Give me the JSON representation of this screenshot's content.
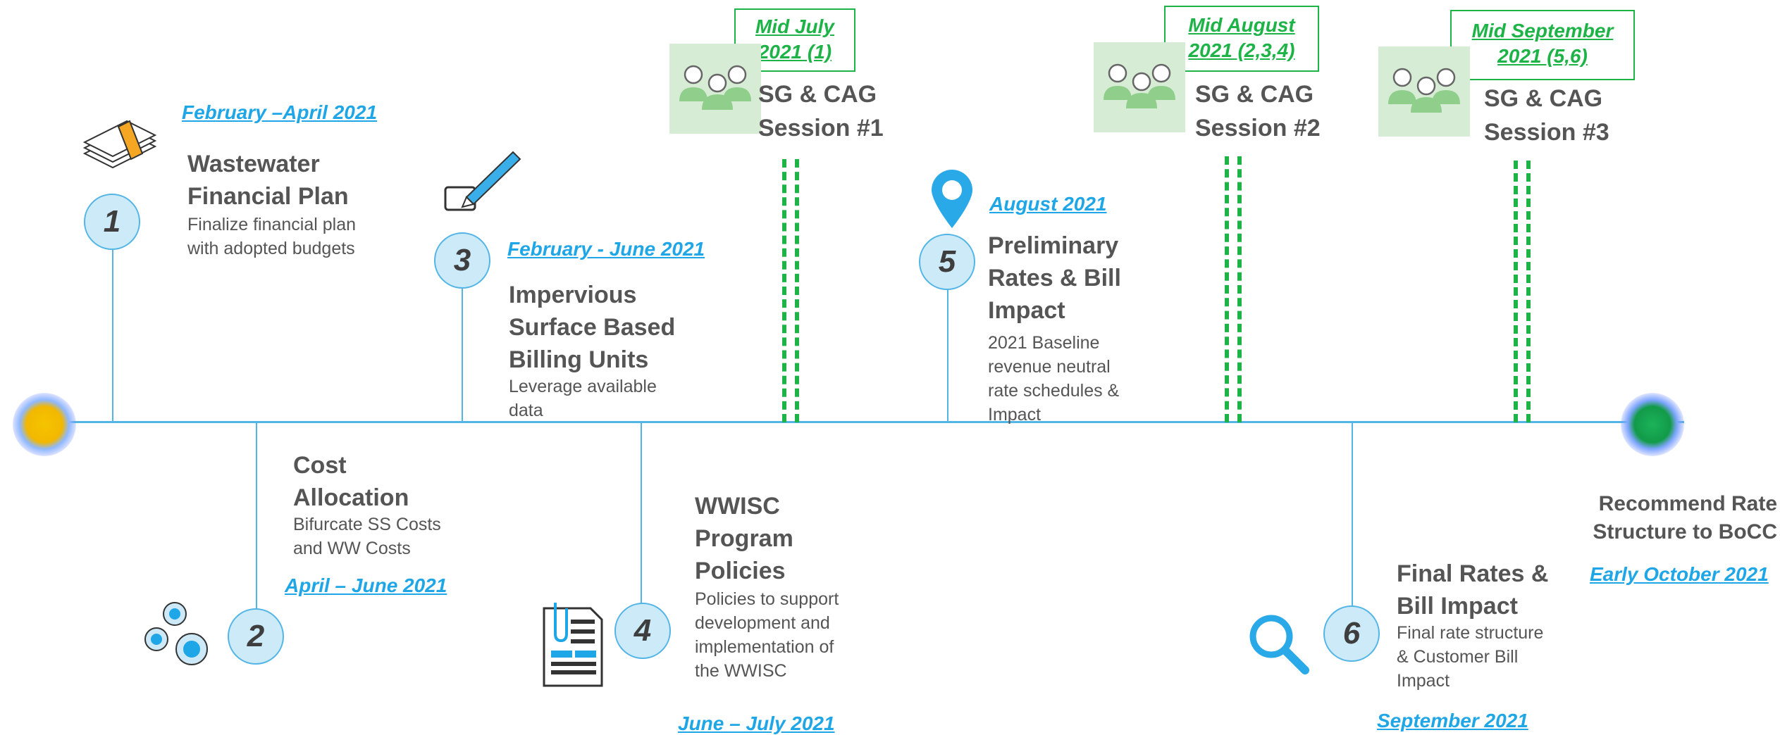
{
  "milestones": {
    "m1": {
      "number": "1",
      "date": "February –April 2021",
      "title": "Wastewater Financial Plan",
      "desc": "Finalize financial plan with adopted budgets"
    },
    "m2": {
      "number": "2",
      "date": "April – June 2021",
      "title": "Cost Allocation",
      "desc": "Bifurcate SS Costs and WW Costs"
    },
    "m3": {
      "number": "3",
      "date": "February - June 2021",
      "title": "Impervious Surface Based Billing Units",
      "desc": "Leverage available data"
    },
    "m4": {
      "number": "4",
      "date": "June – July 2021",
      "title": "WWISC Program Policies",
      "desc": "Policies to support development and implementation of the WWISC"
    },
    "m5": {
      "number": "5",
      "date": "August 2021",
      "title": "Preliminary Rates & Bill Impact",
      "desc": "2021 Baseline revenue neutral rate schedules & Impact"
    },
    "m6": {
      "number": "6",
      "date": "September 2021",
      "title": "Final Rates & Bill Impact",
      "desc": "Final rate structure & Customer Bill Impact"
    }
  },
  "sessions": {
    "s1": {
      "date_line1": "Mid July",
      "date_line2": "2021 (1)",
      "label_line1": "SG & CAG",
      "label_line2": "Session #1"
    },
    "s2": {
      "date_line1": "Mid August",
      "date_line2": "2021 (2,3,4)",
      "label_line1": "SG & CAG",
      "label_line2": "Session #2"
    },
    "s3": {
      "date_line1": "Mid September",
      "date_line2": "2021 (5,6)",
      "label_line1": "SG & CAG",
      "label_line2": "Session #3"
    }
  },
  "final": {
    "title_line1": "Recommend Rate",
    "title_line2": "Structure to BoCC",
    "date": "Early October 2021"
  },
  "colors": {
    "timeline": "#52b5e6",
    "date_text": "#1fa6e6",
    "session_green": "#1db347",
    "start_dot": "#f2c200",
    "end_dot": "#17a651"
  },
  "icons": [
    "money-stack-icon",
    "pencil-note-icon",
    "gears-icon",
    "document-clip-icon",
    "location-pin-icon",
    "magnifier-icon",
    "people-group-icon"
  ]
}
